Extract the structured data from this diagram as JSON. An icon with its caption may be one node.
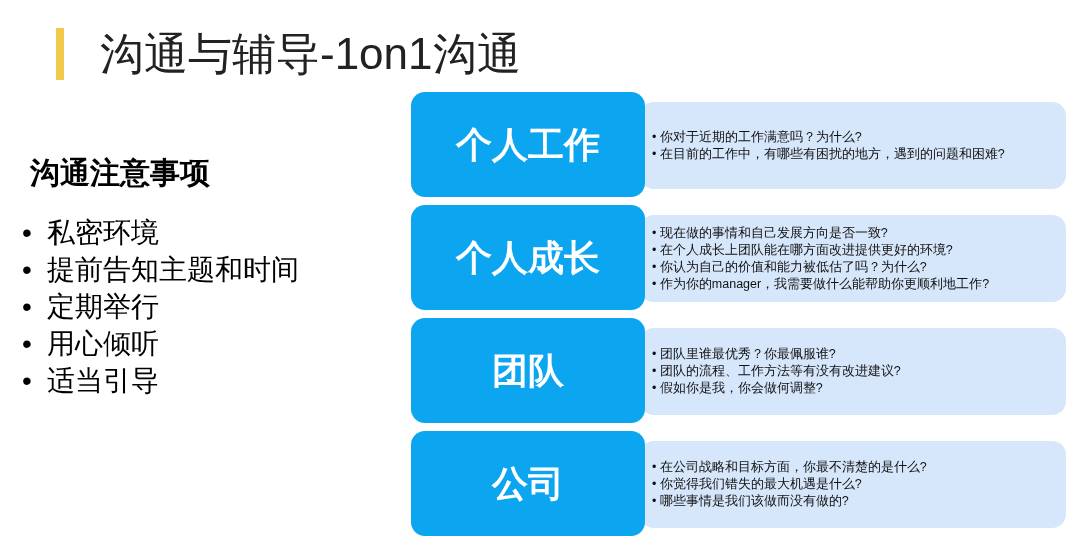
{
  "diagram": {
    "title": "沟通与辅导-1on1沟通",
    "nodes": [
      {
        "text": [
          "个人工作"
        ]
      },
      {
        "text": [
          "• 你对于近期的工作满意吗？为什么?",
          "• 在目前的工作中，有哪些有困扰的地方，遇到的问题和困难?"
        ]
      },
      {
        "text": [
          "个人成长"
        ]
      },
      {
        "text": [
          "• 现在做的事情和自己发展方向是否一致?",
          "• 在个人成长上团队能在哪方面改进提供更好的环境?",
          "• 你认为自己的价值和能力被低估了吗？为什么?",
          "• 作为你的manager，我需要做什么能帮助你更顺利地工作?"
        ]
      },
      {
        "text": [
          "团队"
        ]
      },
      {
        "text": [
          "• 团队里谁最优秀？你最佩服谁?",
          "• 团队的流程、工作方法等有没有改进建议?",
          "• 假如你是我，你会做何调整?"
        ]
      },
      {
        "text": [
          "公司"
        ]
      },
      {
        "text": [
          "• 在公司战略和目标方面，你最不清楚的是什么?",
          "• 你觉得我们错失的最大机遇是什么?",
          "• 哪些事情是我们该做而没有做的?"
        ]
      }
    ],
    "labels": [
      "沟通注意事项",
      "•  私密环境",
      "•  提前告知主题和时间",
      "•  定期举行",
      "•  用心倾听",
      "•  适当引导"
    ]
  }
}
